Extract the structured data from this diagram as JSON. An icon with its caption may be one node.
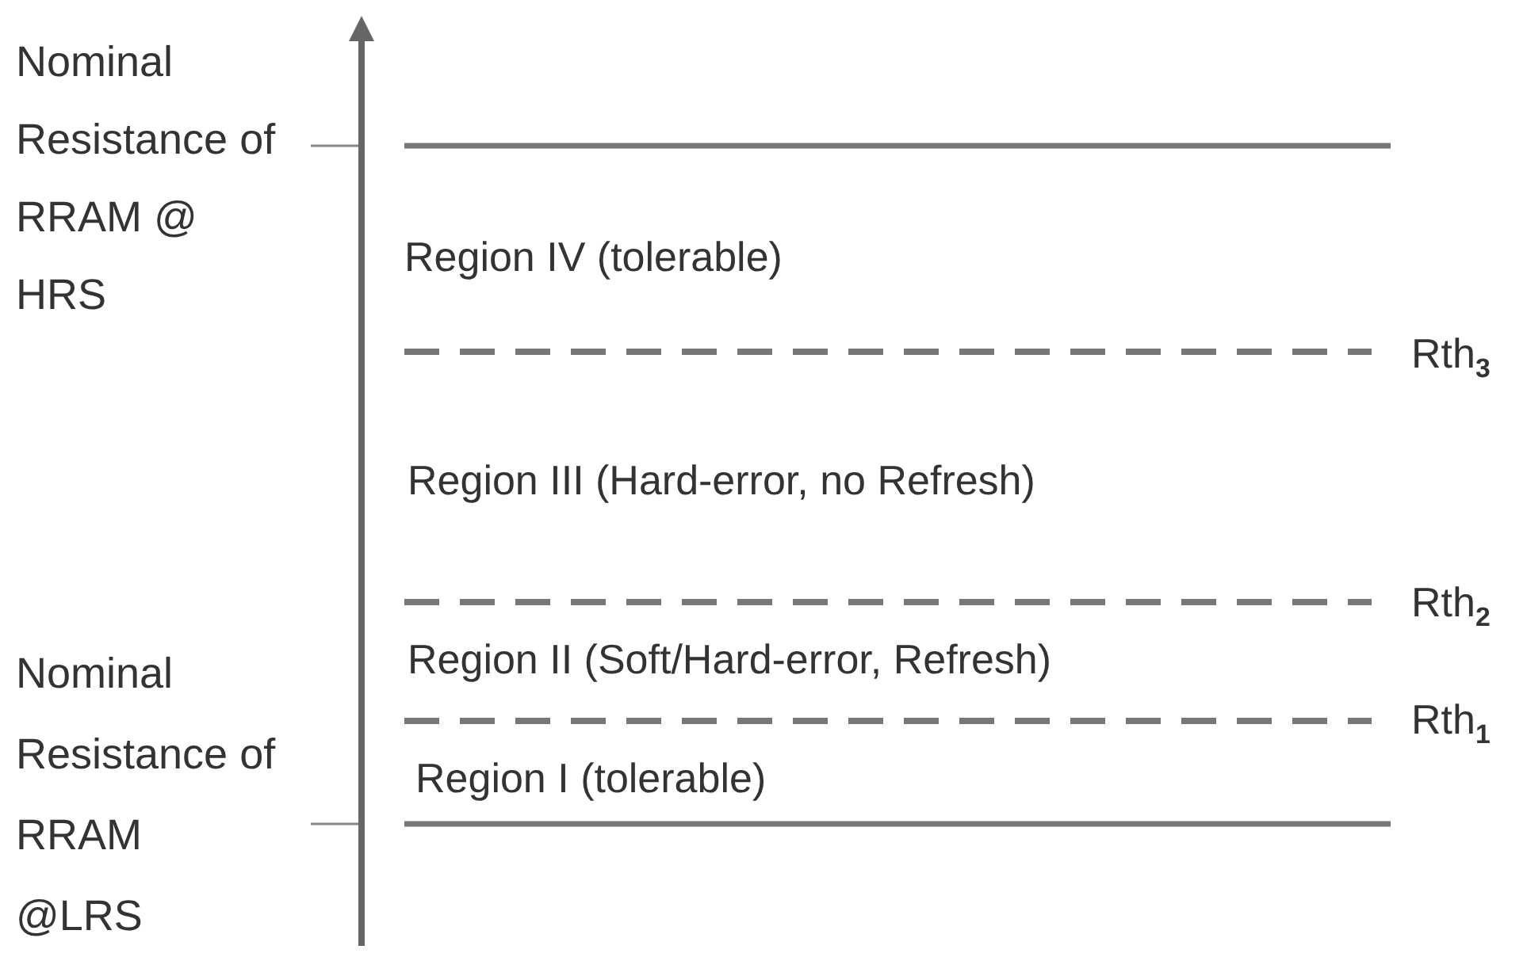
{
  "diagram": {
    "labels": [
      "Nominal Resistance of RRAM @ HRS",
      "Region IV (tolerable)",
      "Rth$_{3}$",
      "Region III (Hard-error, no Refresh)",
      "Rth$_{2}$",
      "Region II (Soft/Hard-error, Refresh)",
      "Nominal Resistance of RRAM @LRS",
      "Rth$_{1}$",
      "Region I (tolerable)"
    ]
  }
}
